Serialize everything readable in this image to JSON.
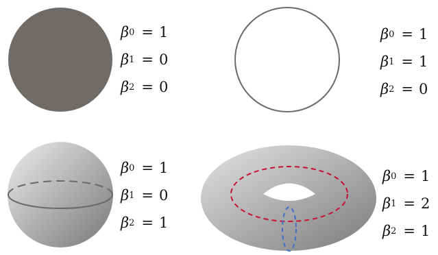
{
  "panels": [
    {
      "id": "disk",
      "betti": [
        {
          "sub": "0",
          "value": "1"
        },
        {
          "sub": "1",
          "value": "0"
        },
        {
          "sub": "2",
          "value": "0"
        }
      ]
    },
    {
      "id": "circle",
      "betti": [
        {
          "sub": "0",
          "value": "1"
        },
        {
          "sub": "1",
          "value": "1"
        },
        {
          "sub": "2",
          "value": "0"
        }
      ]
    },
    {
      "id": "sphere",
      "betti": [
        {
          "sub": "0",
          "value": "1"
        },
        {
          "sub": "1",
          "value": "0"
        },
        {
          "sub": "2",
          "value": "1"
        }
      ]
    },
    {
      "id": "torus",
      "betti": [
        {
          "sub": "0",
          "value": "1"
        },
        {
          "sub": "1",
          "value": "2"
        },
        {
          "sub": "2",
          "value": "1"
        }
      ]
    }
  ],
  "symbol": "β",
  "equals": "=",
  "colors": {
    "disk_fill": "#6f6b69",
    "circle_stroke": "#6a6a6a",
    "gradient_light": "#e9e9e9",
    "gradient_dark": "#7b7b7b",
    "torus_loop_red": "#c8102e",
    "torus_loop_blue": "#3b6fc9",
    "equator_stroke": "#6a6a6a"
  }
}
